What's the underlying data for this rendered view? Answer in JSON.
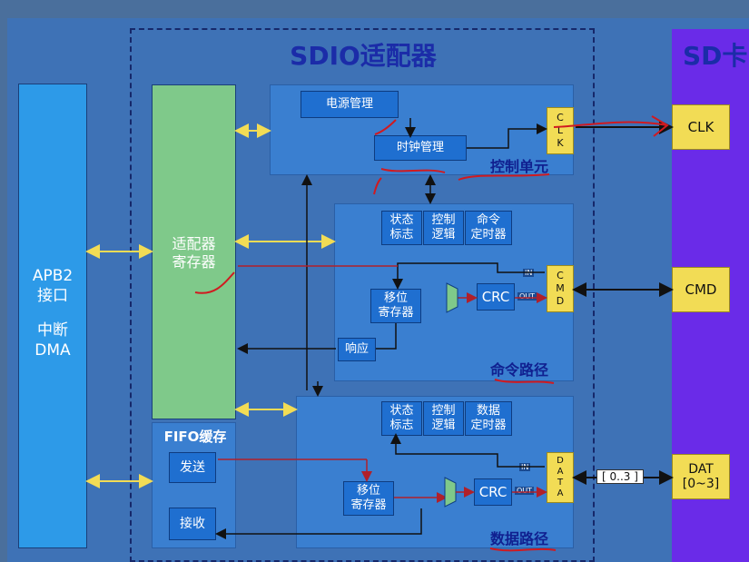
{
  "sdio_title": "SDIO适配器",
  "sd_title": "SD卡",
  "apb": {
    "line1": "APB2",
    "line2": "接口",
    "line3": "中断",
    "line4": "DMA"
  },
  "adapter_reg": {
    "line1": "适配器",
    "line2": "寄存器"
  },
  "fifo": {
    "title": "FIFO缓存",
    "send": "发送",
    "recv": "接收"
  },
  "control": {
    "power": "电源管理",
    "clock": "时钟管理",
    "label": "控制单元",
    "clk_letters": "C L K"
  },
  "cmd_path": {
    "state_flag": [
      "状态",
      "标志"
    ],
    "ctrl_logic": [
      "控制",
      "逻辑"
    ],
    "cmd_timer": [
      "命令",
      "定时器"
    ],
    "shift_reg": [
      "移位",
      "寄存器"
    ],
    "crc": "CRC",
    "response": "响应",
    "in": "IN",
    "out": "OUT",
    "cmd_letters": "C M D",
    "label": "命令路径"
  },
  "data_path": {
    "state_flag": [
      "状态",
      "标志"
    ],
    "ctrl_logic": [
      "控制",
      "逻辑"
    ],
    "data_timer": [
      "数据",
      "定时器"
    ],
    "shift_reg": [
      "移位",
      "寄存器"
    ],
    "crc": "CRC",
    "in": "IN",
    "out": "OUT",
    "data_letters": "D A T A",
    "bus": "[ 0..3 ]",
    "label": "数据路径"
  },
  "sd_pins": {
    "clk": "CLK",
    "cmd": "CMD",
    "dat_line1": "DAT",
    "dat_line2": "[0~3]"
  }
}
